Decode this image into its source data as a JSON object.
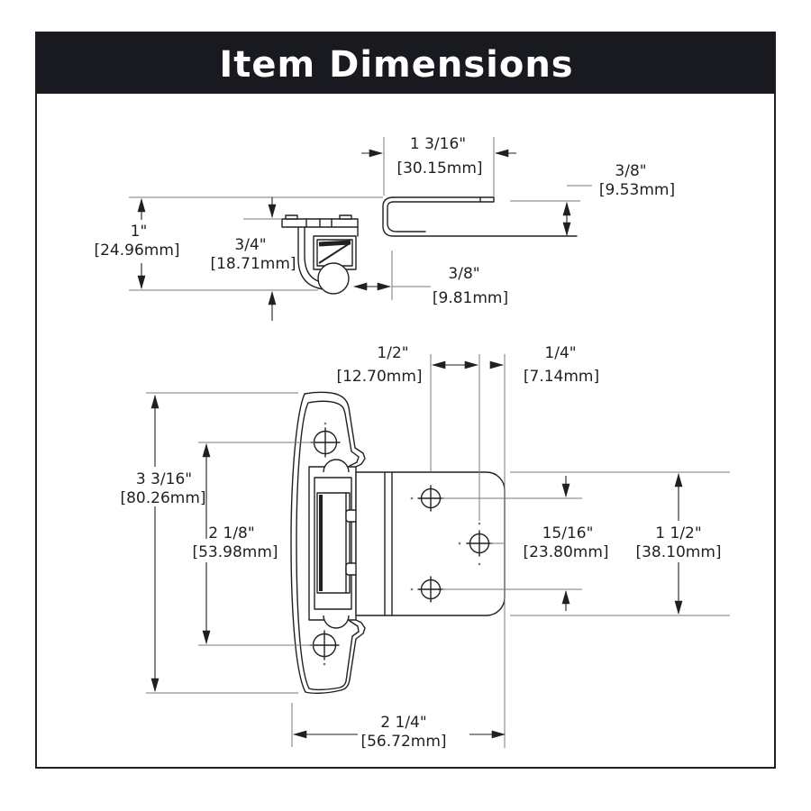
{
  "header": {
    "title": "Item Dimensions"
  },
  "side_view": {
    "flange_width_in": "1 3/16\"",
    "flange_width_mm": "[30.15mm]",
    "flange_offset_in": "3/8\"",
    "flange_offset_mm": "[9.53mm]",
    "overall_height_in": "1\"",
    "overall_height_mm": "[24.96mm]",
    "body_height_in": "3/4\"",
    "body_height_mm": "[18.71mm]",
    "roller_inset_in": "3/8\"",
    "roller_inset_mm": "[9.81mm]"
  },
  "front_view": {
    "hole_offset_in": "1/2\"",
    "hole_offset_mm": "[12.70mm]",
    "edge_offset_in": "1/4\"",
    "edge_offset_mm": "[7.14mm]",
    "overall_length_in": "3 3/16\"",
    "overall_length_mm": "[80.26mm]",
    "door_hole_spacing_in": "2 1/8\"",
    "door_hole_spacing_mm": "[53.98mm]",
    "frame_hole_spacing_in": "15/16\"",
    "frame_hole_spacing_mm": "[23.80mm]",
    "wing_width_in": "1 1/2\"",
    "wing_width_mm": "[38.10mm]",
    "overall_width_in": "2 1/4\"",
    "overall_width_mm": "[56.72mm]"
  },
  "colors": {
    "header_bg": "#191a20",
    "line": "#231f20",
    "dim_line": "#77787b",
    "text": "#231f20"
  }
}
